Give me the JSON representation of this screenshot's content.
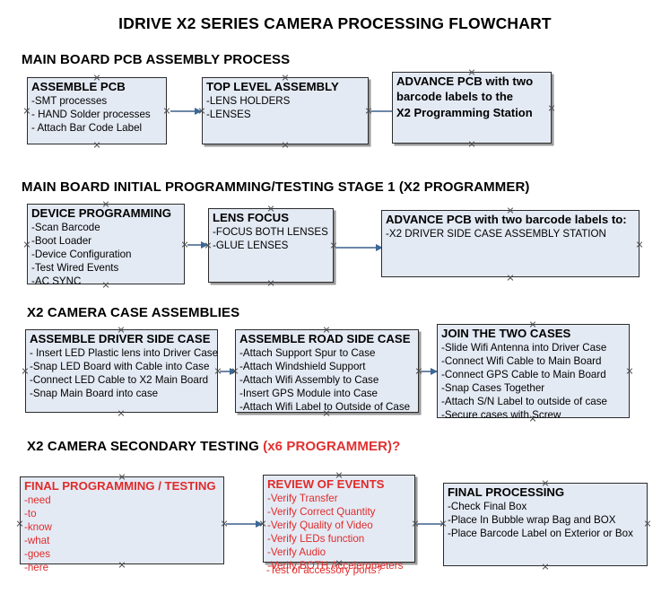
{
  "title": "IDRIVE X2  SERIES CAMERA PROCESSING FLOWCHART",
  "colors": {
    "box_fill": "#e4eaf4",
    "box_border": "#2b2b2b",
    "arrow": "#6d87a8",
    "arrow_head": "#3c6796",
    "accent_red": "#e02b2b",
    "text": "#000000"
  },
  "sections": [
    {
      "heading": "MAIN BOARD PCB ASSEMBLY PROCESS",
      "heading_accent": "",
      "boxes": [
        {
          "title": "ASSEMBLE PCB",
          "lines": [
            "-SMT processes",
            "- HAND Solder processes",
            "- Attach Bar Code Label"
          ]
        },
        {
          "title": "TOP LEVEL ASSEMBLY",
          "lines": [
            "-LENS HOLDERS",
            "-LENSES"
          ]
        },
        {
          "title": "ADVANCE PCB with two",
          "lines": [
            "barcode labels to the",
            " X2 Programming Station"
          ]
        }
      ]
    },
    {
      "heading": "MAIN BOARD INITIAL PROGRAMMING/TESTING STAGE 1 (X2 PROGRAMMER)",
      "heading_accent": "",
      "boxes": [
        {
          "title": "DEVICE PROGRAMMING",
          "lines": [
            "-Scan Barcode",
            "-Boot Loader",
            "-Device Configuration",
            "-Test Wired Events",
            "-AC SYNC"
          ]
        },
        {
          "title": "LENS FOCUS",
          "lines": [
            "-FOCUS BOTH LENSES",
            "-GLUE LENSES"
          ]
        },
        {
          "title": "ADVANCE PCB with two barcode labels to:",
          "lines": [
            "-X2 DRIVER  SIDE  CASE  ASSEMBLY STATION"
          ]
        }
      ]
    },
    {
      "heading": "X2 CAMERA CASE ASSEMBLIES",
      "heading_accent": "",
      "boxes": [
        {
          "title": "ASSEMBLE DRIVER SIDE CASE",
          "lines": [
            "- Insert LED Plastic lens into Driver Case",
            "-Snap LED Board with Cable into Case",
            "-Connect LED Cable to X2 Main Board",
            "-Snap Main Board into case"
          ]
        },
        {
          "title": "ASSEMBLE ROAD SIDE CASE",
          "lines": [
            "-Attach Support Spur to Case",
            "-Attach Windshield Support",
            "-Attach Wifi Assembly to Case",
            "-Insert GPS Module into Case",
            "-Attach Wifi Label to Outside of Case"
          ]
        },
        {
          "title": "JOIN THE TWO CASES",
          "lines": [
            "-Slide Wifi Antenna into Driver Case",
            "-Connect Wifi Cable to Main Board",
            "-Connect GPS Cable to Main Board",
            "-Snap Cases Together",
            "-Attach S/N Label to outside of case",
            "-Secure cases with Screw"
          ]
        }
      ]
    },
    {
      "heading": "X2 CAMERA SECONDARY TESTING ",
      "heading_accent": "(x6 PROGRAMMER)?",
      "boxes": [
        {
          "title": "FINAL PROGRAMMING / TESTING",
          "lines": [
            "-need",
            "-to",
            "-know",
            "-what",
            "-goes",
            "-here"
          ]
        },
        {
          "title": "REVIEW OF EVENTS",
          "lines": [
            "-Verify Transfer",
            "-Verify Correct Quantity",
            "-Verify Quality of Video",
            "-Verify LEDs function",
            "-Verify Audio",
            "-Verify BOTH Accelerometers"
          ],
          "overflow_line": "-Test of accessory ports?"
        },
        {
          "title": "FINAL PROCESSING",
          "lines": [
            " -Check Final Box",
            "-Place In Bubble wrap Bag and BOX",
            "-Place Barcode Label on Exterior or Box"
          ]
        }
      ]
    }
  ]
}
